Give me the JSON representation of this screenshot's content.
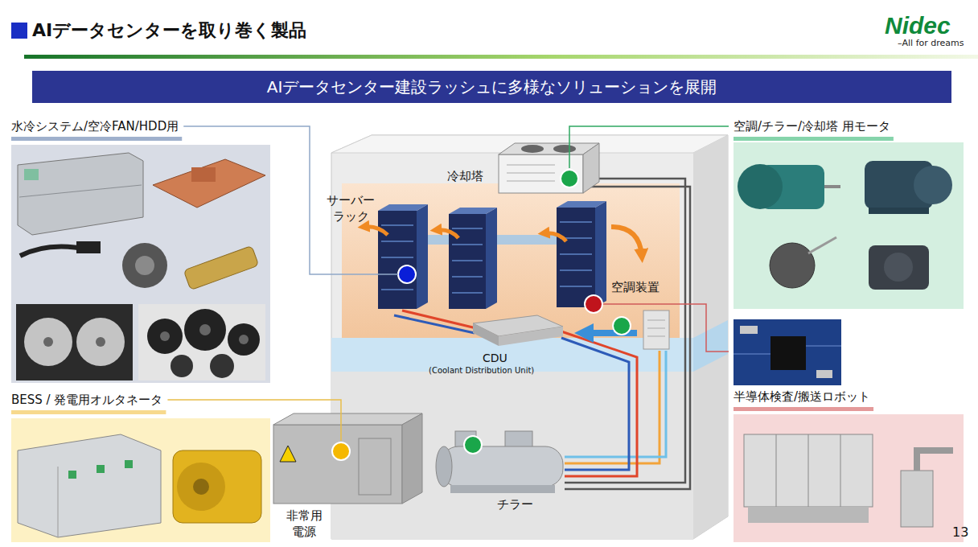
{
  "diagram": {
    "title": "AIデータセンターを取り巻く製品",
    "nodes": [
      {
        "text": [
          "AIデータセンター建設ラッシュに多様なソリューションを展開"
        ]
      },
      {
        "text": [
          "水冷システム/空冷FAN/HDD用"
        ]
      },
      {
        "text": [
          "空調/チラー/冷却塔 用モータ"
        ]
      },
      {
        "text": [
          "BESS / 発電用オルタネータ"
        ]
      },
      {
        "text": [
          "半導体検査/搬送ロボット"
        ]
      }
    ],
    "labels": [
      "Nidec",
      "–All for dreams",
      "冷却塔",
      "サーバー ラック",
      "空調装置",
      "CDU",
      "(Coolant Distribution Unit)",
      "チラー",
      "非常用 電源",
      "13"
    ]
  }
}
